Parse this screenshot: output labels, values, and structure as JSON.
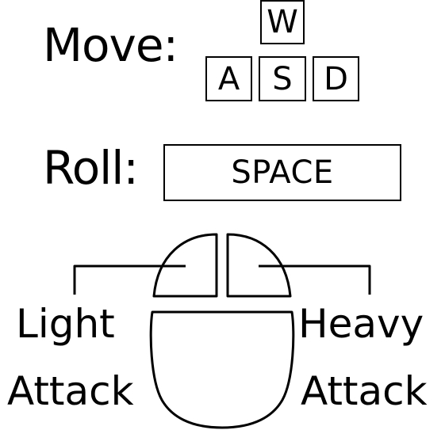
{
  "controls": {
    "move": {
      "label": "Move:",
      "keys": {
        "up": "W",
        "left": "A",
        "down": "S",
        "right": "D"
      }
    },
    "roll": {
      "label": "Roll:",
      "key": "SPACE"
    },
    "mouse": {
      "left_button_label": [
        "Light",
        "Attack"
      ],
      "right_button_label": [
        "Heavy",
        "Attack"
      ]
    }
  },
  "icons": {
    "mouse": "mouse-icon"
  },
  "colors": {
    "foreground": "#000000",
    "background": "#ffffff"
  }
}
